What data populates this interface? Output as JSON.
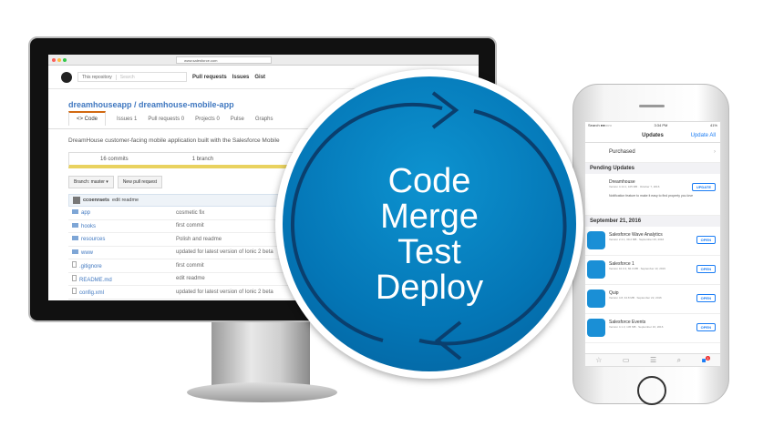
{
  "browser": {
    "url": "www.salesforce.com"
  },
  "github": {
    "search_scope": "This repository",
    "search_placeholder": "Search",
    "nav": [
      "Pull requests",
      "Issues",
      "Gist"
    ],
    "repo_owner": "dreamhouseapp",
    "repo_name": "dreamhouse-mobile-app",
    "tabs": [
      {
        "label": "<> Code"
      },
      {
        "label": "Issues",
        "count": "1"
      },
      {
        "label": "Pull requests",
        "count": "0"
      },
      {
        "label": "Projects",
        "count": "0"
      },
      {
        "label": "Pulse"
      },
      {
        "label": "Graphs"
      }
    ],
    "description": "DreamHouse customer-facing mobile application built with the Salesforce Mobile",
    "commits": "16 commits",
    "branches": "1 branch",
    "branch_button": "Branch: master ▾",
    "new_pr_button": "New pull request",
    "last_commit_author": "ccoenraets",
    "last_commit_msg": "edit readme",
    "files": [
      {
        "name": "app",
        "type": "folder",
        "message": "cosmetic fix"
      },
      {
        "name": "hooks",
        "type": "folder",
        "message": "first commit"
      },
      {
        "name": "resources",
        "type": "folder",
        "message": "Polish and readme"
      },
      {
        "name": "www",
        "type": "folder",
        "message": "updated for latest version of Ionic 2 beta"
      },
      {
        "name": ".gitignore",
        "type": "file",
        "message": "first commit"
      },
      {
        "name": "README.md",
        "type": "file",
        "message": "edit readme"
      },
      {
        "name": "config.xml",
        "type": "file",
        "message": "updated for latest version of Ionic 2 beta"
      }
    ]
  },
  "circle": {
    "lines": [
      "Code",
      "Merge",
      "Test",
      "Deploy"
    ],
    "colors": {
      "blue": "#0476b6",
      "border": "#ffffff"
    }
  },
  "phone": {
    "status_left": "Search ●●○○○",
    "time": "3:34 PM",
    "battery": "41%",
    "title": "Updates",
    "update_all": "Update All",
    "purchased": "Purchased",
    "pending_header": "Pending Updates",
    "date_header": "September 21, 2016",
    "pending": {
      "name": "Dreamhouse",
      "meta": "Version 4.14.1, 105 MB · October 7, 2016",
      "notes": "Notification feature to make it easy to find property you love",
      "button": "UPDATE"
    },
    "apps": [
      {
        "name": "Salesforce Wave Analytics",
        "meta": "Version 2.4.1, 39.2 MB · September 20, 2016",
        "button": "OPEN"
      },
      {
        "name": "Salesforce 1",
        "meta": "Version 10.0.3, 82.3 MB · September 13, 2016",
        "button": "OPEN"
      },
      {
        "name": "Quip",
        "meta": "Version 4.8, 34.8 MB · September 22, 2016",
        "button": "OPEN"
      },
      {
        "name": "Salesforce Events",
        "meta": "Version 4.1.3, 145 MB · September 16, 2016",
        "button": "OPEN"
      }
    ],
    "badge": "1"
  }
}
